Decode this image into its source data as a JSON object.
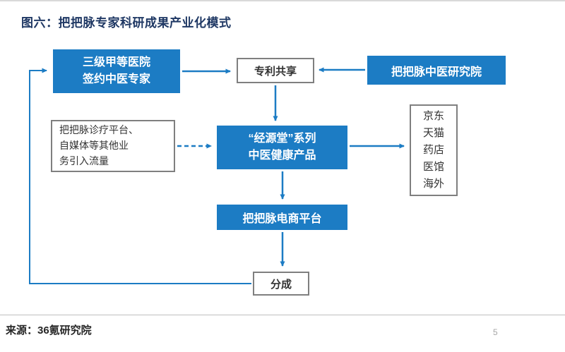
{
  "title": "图六：把把脉专家科研成果产业化模式",
  "colors": {
    "primary_blue": "#1c7cc4",
    "title_navy": "#1f3864",
    "box_border_gray": "#7f7f7f"
  },
  "diagram": {
    "nodes": {
      "hospital_experts": {
        "lines": [
          "三级甲等医院",
          "签约中医专家"
        ]
      },
      "patent_sharing": {
        "label": "专利共享"
      },
      "research_institute": {
        "label": "把把脉中医研究院"
      },
      "traffic_sources": {
        "lines": [
          "把把脉诊疗平台、",
          "自媒体等其他业",
          "务引入流量"
        ]
      },
      "health_products": {
        "lines": [
          "“经源堂”系列",
          "中医健康产品"
        ]
      },
      "sales_channels": {
        "items": [
          "京东",
          "天猫",
          "药店",
          "医馆",
          "海外"
        ]
      },
      "ecommerce_platform": {
        "label": "把把脉电商平台"
      },
      "revenue_share": {
        "label": "分成"
      }
    }
  },
  "footer": {
    "source": "来源：36氪研究院",
    "page_number": "5"
  }
}
